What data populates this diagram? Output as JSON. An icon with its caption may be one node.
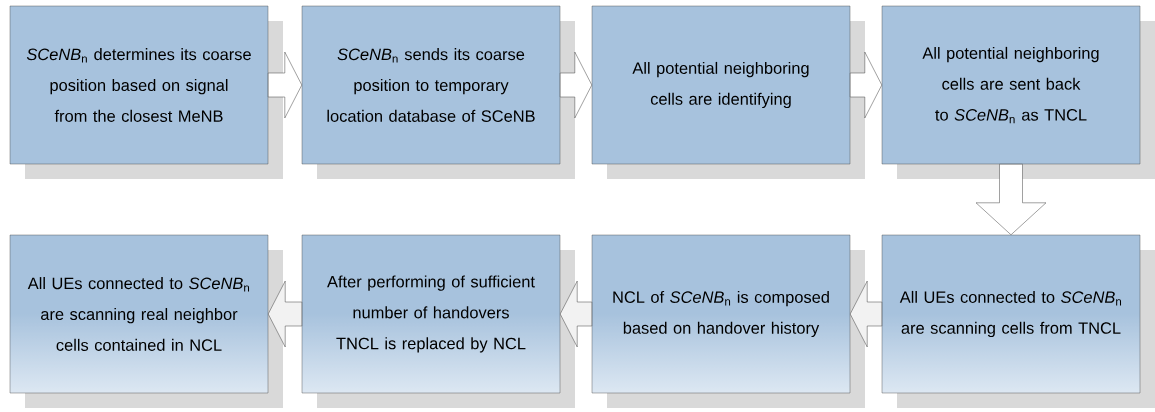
{
  "diagram": {
    "nodes": [
      {
        "text": [
          "*SCeNB*$_{n}$ determines its coarse position based on signal from the closest MeNB"
        ]
      },
      {
        "text": [
          "*SCeNB*$_{n}$ sends its coarse position to temporary location database of SCeNB"
        ]
      },
      {
        "text": [
          "All potential neighboring cells are identifying"
        ]
      },
      {
        "text": [
          "All potential neighboring cells are sent back to *SCeNB*$_{n}$ as TNCL"
        ]
      },
      {
        "text": [
          "All UEs connected to *SCeNB*$_{n}$ are scanning cells from TNCL"
        ]
      },
      {
        "text": [
          "NCL of *SCeNB*$_{n}$ is composed based on handover history"
        ]
      },
      {
        "text": [
          "After performing of sufficient number of handovers TNCL is replaced by NCL"
        ]
      },
      {
        "text": [
          "All UEs connected to *SCeNB*$_{n}$ are scanning real neighbor cells contained in NCL"
        ]
      }
    ],
    "edges": [
      {
        "from": 0,
        "to": 1,
        "arrow": "to"
      },
      {
        "from": 1,
        "to": 2,
        "arrow": "to"
      },
      {
        "from": 2,
        "to": 3,
        "arrow": "to"
      },
      {
        "from": 3,
        "to": 4,
        "arrow": "to"
      },
      {
        "from": 4,
        "to": 5,
        "arrow": "to"
      },
      {
        "from": 5,
        "to": 6,
        "arrow": "to"
      },
      {
        "from": 6,
        "to": 7,
        "arrow": "to"
      }
    ]
  }
}
